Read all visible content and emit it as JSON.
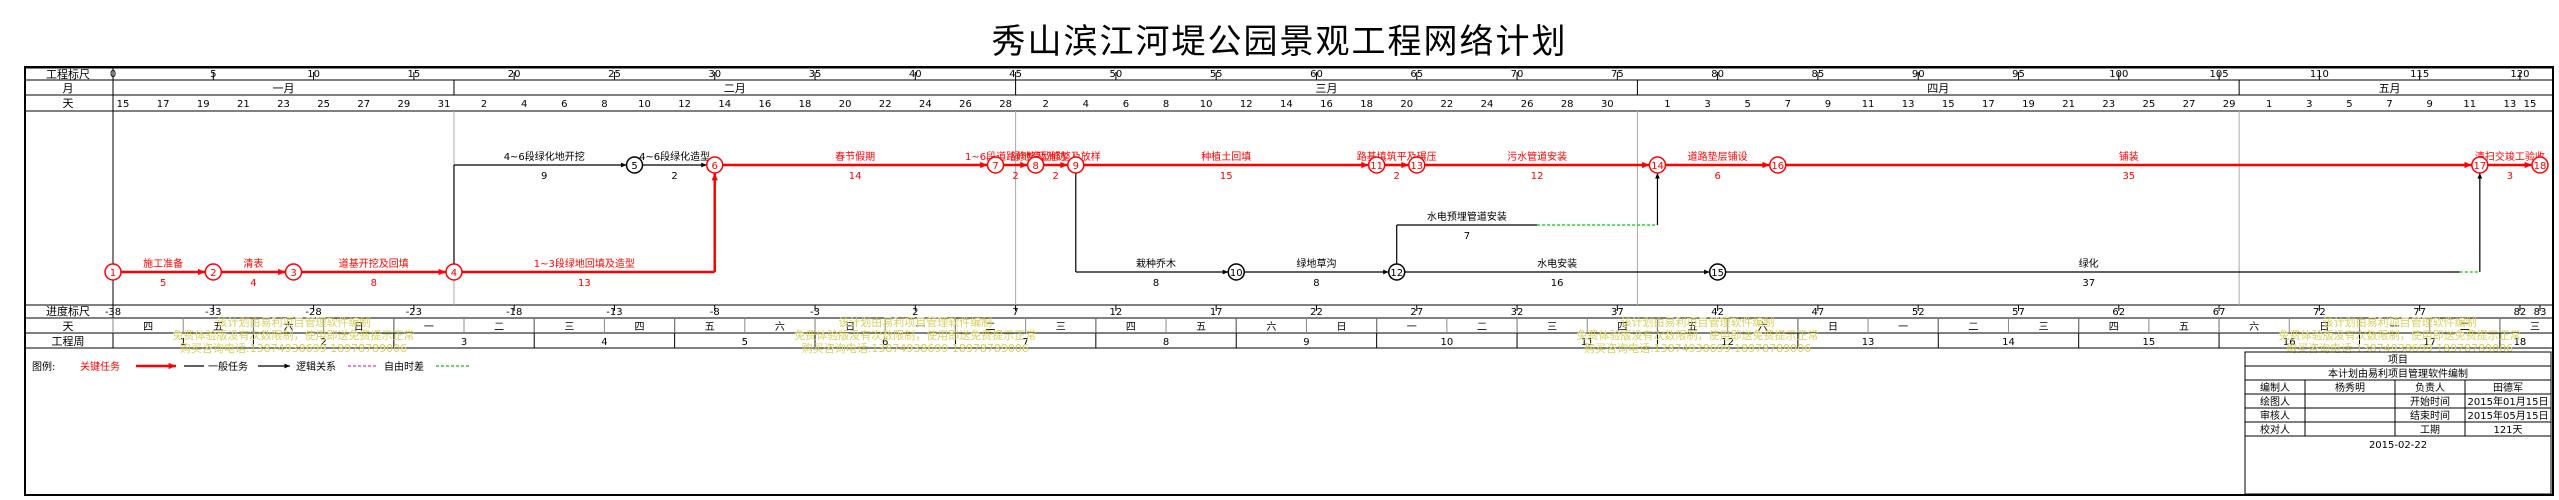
{
  "title": "秀山滨江河堤公园景观工程网络计划",
  "row_labels": {
    "scale": "工程标尺",
    "month": "月",
    "day": "天",
    "progress": "进度标尺",
    "day_bottom": "天",
    "week": "工程周"
  },
  "months": [
    {
      "label": "一月",
      "from": 0,
      "to": 17
    },
    {
      "label": "二月",
      "from": 17,
      "to": 45
    },
    {
      "label": "三月",
      "from": 45,
      "to": 76
    },
    {
      "label": "四月",
      "from": 76,
      "to": 106
    },
    {
      "label": "五月",
      "from": 106,
      "to": 121
    }
  ],
  "scale_ticks": [
    0,
    5,
    10,
    15,
    20,
    25,
    30,
    35,
    40,
    45,
    50,
    55,
    60,
    65,
    70,
    75,
    80,
    85,
    90,
    95,
    100,
    105,
    110,
    115,
    120
  ],
  "scale_end": 121,
  "day_ticks": [
    {
      "d": 0,
      "t": "15"
    },
    {
      "d": 2,
      "t": "17"
    },
    {
      "d": 4,
      "t": "19"
    },
    {
      "d": 6,
      "t": "21"
    },
    {
      "d": 8,
      "t": "23"
    },
    {
      "d": 10,
      "t": "25"
    },
    {
      "d": 12,
      "t": "27"
    },
    {
      "d": 14,
      "t": "29"
    },
    {
      "d": 16,
      "t": "31"
    },
    {
      "d": 18,
      "t": "2"
    },
    {
      "d": 20,
      "t": "4"
    },
    {
      "d": 22,
      "t": "6"
    },
    {
      "d": 24,
      "t": "8"
    },
    {
      "d": 26,
      "t": "10"
    },
    {
      "d": 28,
      "t": "12"
    },
    {
      "d": 30,
      "t": "14"
    },
    {
      "d": 32,
      "t": "16"
    },
    {
      "d": 34,
      "t": "18"
    },
    {
      "d": 36,
      "t": "20"
    },
    {
      "d": 38,
      "t": "22"
    },
    {
      "d": 40,
      "t": "24"
    },
    {
      "d": 42,
      "t": "26"
    },
    {
      "d": 44,
      "t": "28"
    },
    {
      "d": 46,
      "t": "2"
    },
    {
      "d": 48,
      "t": "4"
    },
    {
      "d": 50,
      "t": "6"
    },
    {
      "d": 52,
      "t": "8"
    },
    {
      "d": 54,
      "t": "10"
    },
    {
      "d": 56,
      "t": "12"
    },
    {
      "d": 58,
      "t": "14"
    },
    {
      "d": 60,
      "t": "16"
    },
    {
      "d": 62,
      "t": "18"
    },
    {
      "d": 64,
      "t": "20"
    },
    {
      "d": 66,
      "t": "22"
    },
    {
      "d": 68,
      "t": "24"
    },
    {
      "d": 70,
      "t": "26"
    },
    {
      "d": 72,
      "t": "28"
    },
    {
      "d": 74,
      "t": "30"
    },
    {
      "d": 77,
      "t": "1"
    },
    {
      "d": 79,
      "t": "3"
    },
    {
      "d": 81,
      "t": "5"
    },
    {
      "d": 83,
      "t": "7"
    },
    {
      "d": 85,
      "t": "9"
    },
    {
      "d": 87,
      "t": "11"
    },
    {
      "d": 89,
      "t": "13"
    },
    {
      "d": 91,
      "t": "15"
    },
    {
      "d": 93,
      "t": "17"
    },
    {
      "d": 95,
      "t": "19"
    },
    {
      "d": 97,
      "t": "21"
    },
    {
      "d": 99,
      "t": "23"
    },
    {
      "d": 101,
      "t": "25"
    },
    {
      "d": 103,
      "t": "27"
    },
    {
      "d": 105,
      "t": "29"
    },
    {
      "d": 107,
      "t": "1"
    },
    {
      "d": 109,
      "t": "3"
    },
    {
      "d": 111,
      "t": "5"
    },
    {
      "d": 113,
      "t": "7"
    },
    {
      "d": 115,
      "t": "9"
    },
    {
      "d": 117,
      "t": "11"
    },
    {
      "d": 119,
      "t": "13"
    },
    {
      "d": 120,
      "t": "15"
    }
  ],
  "progress_ticks": [
    {
      "d": 0,
      "t": "-38"
    },
    {
      "d": 5,
      "t": "-33"
    },
    {
      "d": 10,
      "t": "-28"
    },
    {
      "d": 15,
      "t": "-23"
    },
    {
      "d": 20,
      "t": "-18"
    },
    {
      "d": 25,
      "t": "-13"
    },
    {
      "d": 30,
      "t": "-8"
    },
    {
      "d": 35,
      "t": "-3"
    },
    {
      "d": 40,
      "t": "2"
    },
    {
      "d": 45,
      "t": "7"
    },
    {
      "d": 50,
      "t": "12"
    },
    {
      "d": 55,
      "t": "17"
    },
    {
      "d": 60,
      "t": "22"
    },
    {
      "d": 65,
      "t": "27"
    },
    {
      "d": 70,
      "t": "32"
    },
    {
      "d": 75,
      "t": "37"
    },
    {
      "d": 80,
      "t": "42"
    },
    {
      "d": 85,
      "t": "47"
    },
    {
      "d": 90,
      "t": "52"
    },
    {
      "d": 95,
      "t": "57"
    },
    {
      "d": 100,
      "t": "62"
    },
    {
      "d": 105,
      "t": "67"
    },
    {
      "d": 110,
      "t": "72"
    },
    {
      "d": 115,
      "t": "77"
    },
    {
      "d": 120,
      "t": "82"
    },
    {
      "d": 121,
      "t": "83"
    }
  ],
  "weekdays": [
    "四",
    "五",
    "六",
    "日",
    "一",
    "二",
    "三"
  ],
  "week_labels": [
    "1",
    "2",
    "3",
    "4",
    "5",
    "6",
    "7",
    "8",
    "9",
    "10",
    "11",
    "12",
    "13",
    "14",
    "15",
    "16",
    "17",
    "18"
  ],
  "nodes": [
    {
      "id": "1",
      "d": 0,
      "lane": "c",
      "crit": true
    },
    {
      "id": "2",
      "d": 5,
      "lane": "c",
      "crit": true
    },
    {
      "id": "3",
      "d": 9,
      "lane": "c",
      "crit": true
    },
    {
      "id": "4",
      "d": 17,
      "lane": "c",
      "crit": true
    },
    {
      "id": "5",
      "d": 26,
      "lane": "t",
      "crit": false
    },
    {
      "id": "6",
      "d": 30,
      "lane": "t",
      "crit": true
    },
    {
      "id": "7",
      "d": 44,
      "lane": "t",
      "crit": true
    },
    {
      "id": "8",
      "d": 46,
      "lane": "t",
      "crit": true
    },
    {
      "id": "9",
      "d": 48,
      "lane": "t",
      "crit": true
    },
    {
      "id": "10",
      "d": 56,
      "lane": "b",
      "crit": false
    },
    {
      "id": "11",
      "d": 63,
      "lane": "t",
      "crit": true
    },
    {
      "id": "12",
      "d": 64,
      "lane": "b",
      "crit": false
    },
    {
      "id": "13",
      "d": 65,
      "lane": "t",
      "crit": true
    },
    {
      "id": "14",
      "d": 77,
      "lane": "t",
      "crit": true
    },
    {
      "id": "15",
      "d": 80,
      "lane": "b",
      "crit": false
    },
    {
      "id": "16",
      "d": 83,
      "lane": "t",
      "crit": true
    },
    {
      "id": "17",
      "d": 118,
      "lane": "t",
      "crit": true
    },
    {
      "id": "18",
      "d": 121,
      "lane": "t",
      "crit": true
    }
  ],
  "activities": [
    {
      "from": "1",
      "to": "2",
      "name": "施工准备",
      "dur": "5",
      "crit": true
    },
    {
      "from": "2",
      "to": "3",
      "name": "清表",
      "dur": "4",
      "crit": true
    },
    {
      "from": "3",
      "to": "4",
      "name": "道基开挖及回填",
      "dur": "8",
      "crit": true
    },
    {
      "from": "4",
      "to": "6",
      "name": "1~3段绿地回填及造型",
      "dur": "13",
      "crit": true,
      "route": "up"
    },
    {
      "from": "4",
      "to": "5",
      "name": "4~6段绿化地开挖",
      "dur": "9",
      "crit": false,
      "route": "top"
    },
    {
      "from": "5",
      "to": "6",
      "name": "4~6段绿化造型",
      "dur": "2",
      "crit": false
    },
    {
      "from": "6",
      "to": "7",
      "name": "春节假期",
      "dur": "14",
      "crit": true
    },
    {
      "from": "7",
      "to": "8",
      "name": "1~6段道路修整及消防",
      "dur": "2",
      "crit": true
    },
    {
      "from": "8",
      "to": "9",
      "name": "绿地造型修整及放样",
      "dur": "2",
      "crit": true
    },
    {
      "from": "9",
      "to": "11",
      "name": "种植土回填",
      "dur": "15",
      "crit": true
    },
    {
      "from": "11",
      "to": "13",
      "name": "路基填筑平及碾压",
      "dur": "2",
      "crit": true
    },
    {
      "from": "13",
      "to": "14",
      "name": "污水管道安装",
      "dur": "12",
      "crit": true
    },
    {
      "from": "14",
      "to": "16",
      "name": "道路垫层铺设",
      "dur": "6",
      "crit": true
    },
    {
      "from": "16",
      "to": "17",
      "name": "铺装",
      "dur": "35",
      "crit": true
    },
    {
      "from": "17",
      "to": "18",
      "name": "清扫交竣工验收",
      "dur": "3",
      "crit": true
    },
    {
      "from": "9",
      "to": "10",
      "name": "栽种乔木",
      "dur": "8",
      "crit": false,
      "route": "down"
    },
    {
      "from": "10",
      "to": "12",
      "name": "绿地草沟",
      "dur": "8",
      "crit": false
    },
    {
      "from": "12",
      "to": "14",
      "name": "水电预埋管道安装",
      "dur": "7",
      "crit": false,
      "route": "mid"
    },
    {
      "from": "12",
      "to": "15",
      "name": "水电安装",
      "dur": "16",
      "crit": false
    },
    {
      "from": "15",
      "to": "17",
      "name": "绿化",
      "dur": "37",
      "crit": false,
      "route": "upend"
    }
  ],
  "legend": {
    "title": "图例:",
    "critical": "关键任务",
    "normal": "一般任务",
    "logic": "逻辑关系",
    "free_float": "自由时差"
  },
  "info": {
    "project_header": "项目",
    "made_by": "本计划由易利项目管理软件编制",
    "rows": [
      [
        "编制人",
        "杨秀明",
        "负责人",
        "田德军"
      ],
      [
        "绘图人",
        "",
        "开始时间",
        "2015年01月15日"
      ],
      [
        "审核人",
        "",
        "结束时间",
        "2015年05月15日"
      ],
      [
        "校对人",
        "",
        "工期",
        "121天"
      ]
    ],
    "date": "2015-02-22"
  },
  "colors": {
    "critical": "#ff0000",
    "normal": "#000000",
    "free_float": "#33cc33",
    "logic_alt": "#cc00cc",
    "watermark": "#d8d060"
  },
  "watermark": {
    "lines": [
      "该计划由易利项目管理软件编制",
      "免费体验版没有次数限制，使用即送免费提示正常",
      "购买咨询电话:13874938699 18978789006"
    ],
    "positions_d": [
      9,
      40,
      79,
      114
    ]
  }
}
